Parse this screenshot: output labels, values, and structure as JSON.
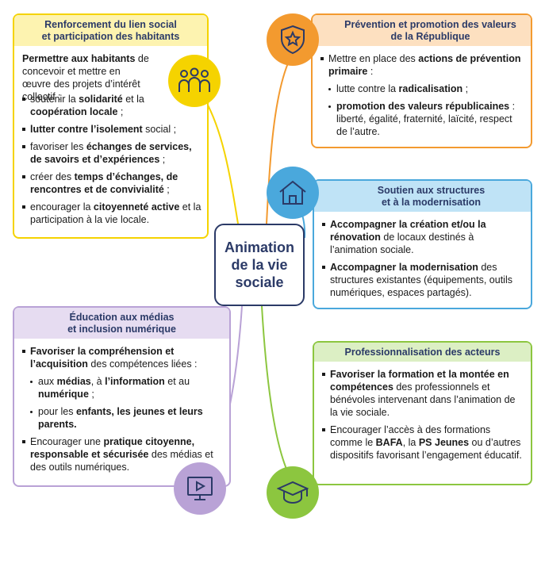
{
  "center": {
    "line1": "Animation",
    "line2": "de la vie",
    "line3": "sociale"
  },
  "colors": {
    "yellow": "#f5d300",
    "orange": "#f39a2f",
    "blue": "#4aa8dc",
    "green": "#8cc63f",
    "purple": "#b9a2d6",
    "navy": "#2b3a67"
  },
  "cards": {
    "social": {
      "title1": "Renforcement du lien social",
      "title2": "et participation des habitants",
      "intro_b": "Permettre aux habitants",
      "intro_t": " de concevoir et mettre en œuvre des projets d’intérêt collectif :",
      "i1a": "soutenir la ",
      "i1b": "solidarité",
      "i1c": " et la ",
      "i1d": "coopération locale",
      "i1e": " ;",
      "i2b": "lutter contre l’isolement",
      "i2c": " social ;",
      "i3a": "favoriser les ",
      "i3b": "échanges de services, de savoirs et d’expériences",
      "i3c": " ;",
      "i4a": "créer des ",
      "i4b": "temps d’échanges, de rencontres et de convivialité",
      "i4c": " ;",
      "i5a": "encourager la ",
      "i5b": "citoyenneté active",
      "i5c": " et la participation à la vie locale.",
      "icon": "people-icon"
    },
    "prevention": {
      "title1": "Prévention et promotion des valeurs",
      "title2": "de la République",
      "i1a": "Mettre en place des ",
      "i1b": "actions de prévention primaire",
      "i1c": " :",
      "s1a": "lutte contre la ",
      "s1b": "radicalisation",
      "s1c": " ;",
      "s2b": "promotion des valeurs républicaines",
      "s2c": " : liberté, égalité, fraternité, laïcité, respect de l’autre.",
      "icon": "shield-star-icon"
    },
    "structures": {
      "title1": "Soutien aux structures",
      "title2": "et à la modernisation",
      "i1b": "Accompagner la création et/ou la rénovation",
      "i1c": " de locaux destinés à l’animation sociale.",
      "i2b": "Accompagner la modernisation",
      "i2c": " des structures existantes (équipements, outils numériques, espaces partagés).",
      "icon": "house-icon"
    },
    "media": {
      "title1": "Éducation aux médias",
      "title2": "et inclusion numérique",
      "i1b": "Favoriser la compréhension et l’acquisition",
      "i1c": " des compétences liées :",
      "s1a": "aux ",
      "s1b": "médias",
      "s1c": ", à ",
      "s1d": "l’information",
      "s1e": " et au ",
      "s1f": "numérique",
      "s1g": " ;",
      "s2a": "pour les ",
      "s2b": "enfants, les jeunes et leurs parents.",
      "i2a": "Encourager une ",
      "i2b": "pratique citoyenne, responsable et sécurisée",
      "i2c": " des médias et des outils numériques.",
      "icon": "screen-play-icon"
    },
    "pro": {
      "title1": "Professionnalisation des acteurs",
      "i1b": "Favoriser la formation et la montée en compétences",
      "i1c": " des professionnels et bénévoles intervenant dans l’animation de la vie sociale.",
      "i2a": "Encourager l’accès à des formations comme le ",
      "i2b": "BAFA",
      "i2c": ", la ",
      "i2d": "PS Jeunes",
      "i2e": " ou d’autres dispositifs favorisant l’engagement éducatif.",
      "icon": "graduation-cap-icon"
    }
  }
}
